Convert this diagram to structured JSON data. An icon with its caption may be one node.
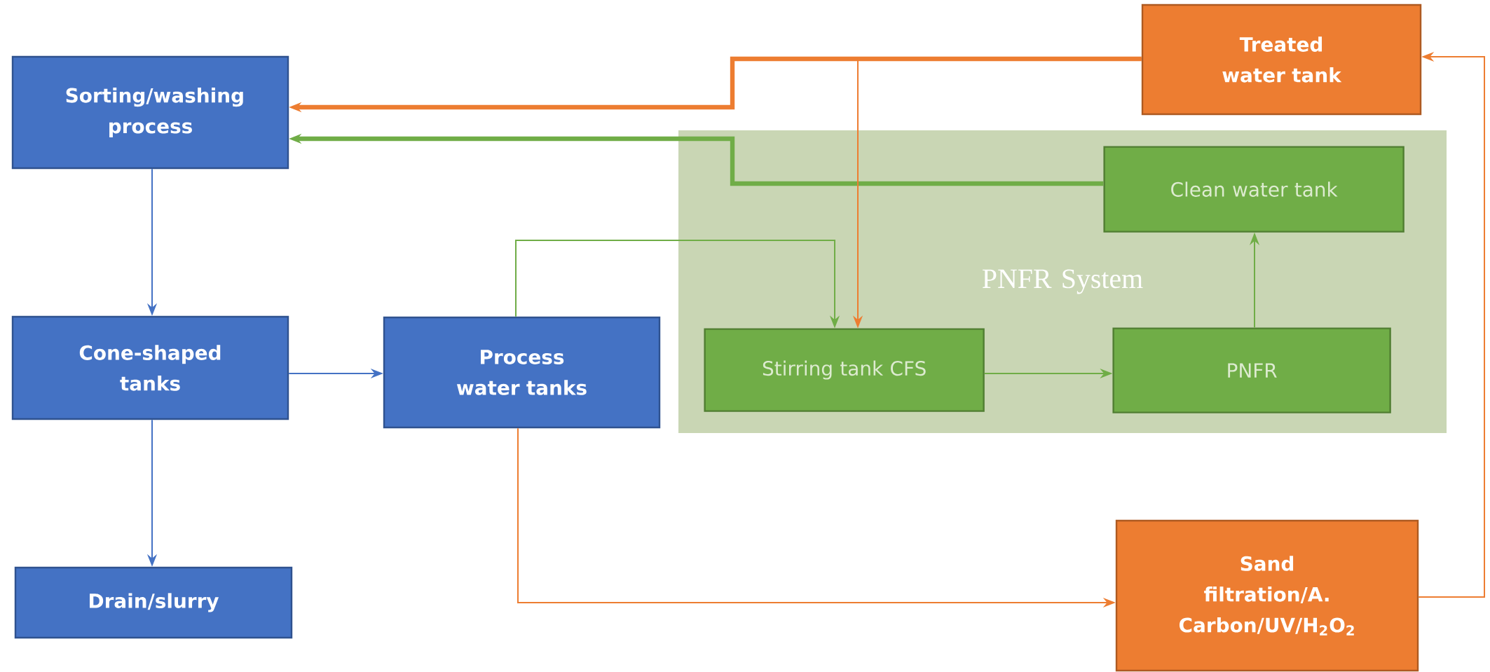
{
  "diagram": {
    "nodes": [
      {
        "text": [
          "Treated water tank"
        ]
      },
      {
        "text": [
          "Sorting/washing process"
        ]
      },
      {
        "text": [
          "PNFR System"
        ]
      },
      {
        "text": [
          "Clean water tank"
        ],
        "in": 2
      },
      {
        "text": [
          "Cone-shaped tanks"
        ]
      },
      {
        "text": [
          "Process water tanks"
        ]
      },
      {
        "text": [
          "Stirring tank CFS"
        ],
        "in": 2
      },
      {
        "text": [
          "PNFR"
        ],
        "in": 2
      },
      {
        "text": [
          "Drain/slurry"
        ]
      },
      {
        "text": [
          "Sand filtration/A. Carbon/UV/H$_{2}$O$_{2}$"
        ]
      }
    ],
    "edges": [
      {
        "from": 1,
        "to": 4,
        "arrow": "to",
        "color": "#4472c4"
      },
      {
        "from": 4,
        "to": 5,
        "arrow": "to",
        "color": "#4472c4"
      },
      {
        "from": 4,
        "to": 8,
        "arrow": "to",
        "color": "#4472c4"
      },
      {
        "from": 5,
        "to": 6,
        "arrow": "to",
        "color": "#70ad47"
      },
      {
        "from": 6,
        "to": 7,
        "arrow": "to",
        "color": "#70ad47"
      },
      {
        "from": 7,
        "to": 3,
        "arrow": "to",
        "color": "#70ad47"
      },
      {
        "from": 3,
        "to": 1,
        "arrow": "to",
        "style": "thick",
        "color": "#70ad47"
      },
      {
        "from": 0,
        "to": 1,
        "arrow": "to",
        "style": "thick",
        "color": "#ed7d31"
      },
      {
        "from": 0,
        "to": 6,
        "arrow": "to",
        "color": "#ed7d31"
      },
      {
        "from": 5,
        "to": 9,
        "arrow": "to",
        "color": "#ed7d31"
      },
      {
        "from": 9,
        "to": 0,
        "arrow": "to",
        "color": "#ed7d31"
      }
    ]
  }
}
